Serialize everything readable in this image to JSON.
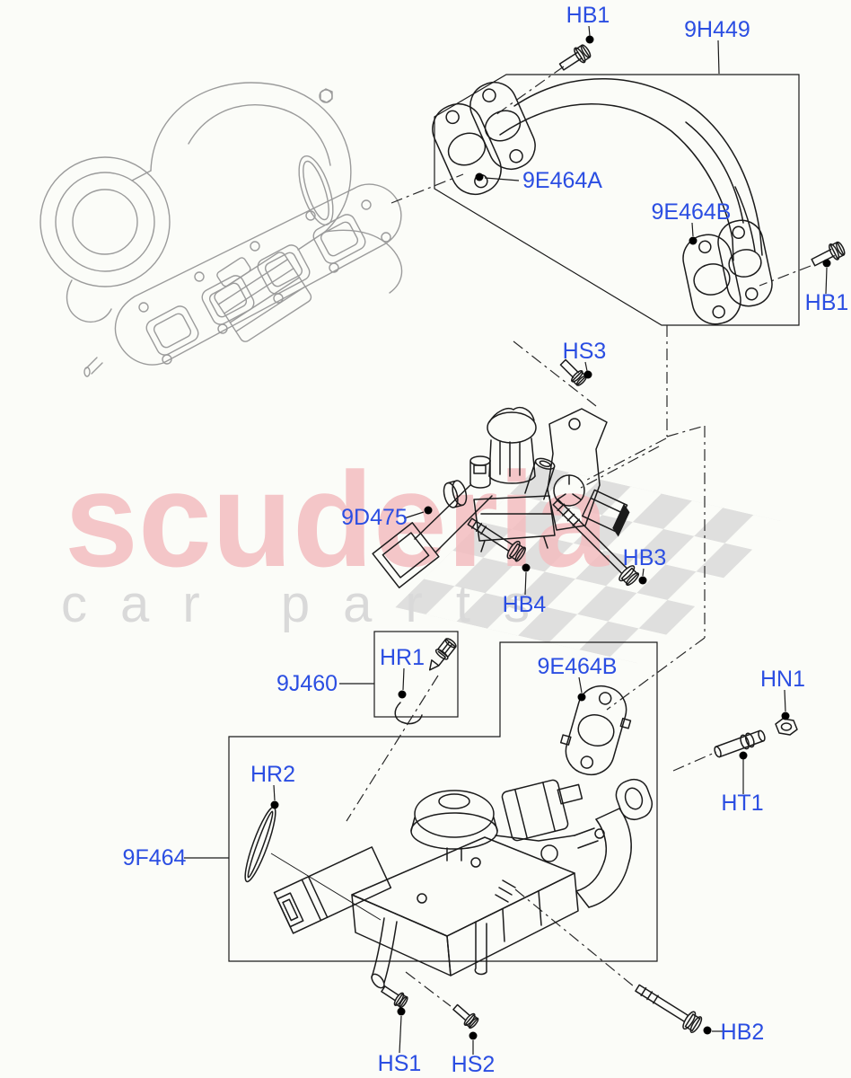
{
  "diagram": {
    "watermark": {
      "brand": "scuderia",
      "subtitle": "car parts"
    },
    "labels": [
      {
        "id": "hb1-top",
        "text": "HB1"
      },
      {
        "id": "9h449",
        "text": "9H449"
      },
      {
        "id": "9e464a",
        "text": "9E464A"
      },
      {
        "id": "9e464b-top",
        "text": "9E464B"
      },
      {
        "id": "hb1-right",
        "text": "HB1"
      },
      {
        "id": "hs3",
        "text": "HS3"
      },
      {
        "id": "9d475",
        "text": "9D475"
      },
      {
        "id": "hb4",
        "text": "HB4"
      },
      {
        "id": "hb3",
        "text": "HB3"
      },
      {
        "id": "hr1",
        "text": "HR1"
      },
      {
        "id": "9j460",
        "text": "9J460"
      },
      {
        "id": "9e464b-lower",
        "text": "9E464B"
      },
      {
        "id": "hn1",
        "text": "HN1"
      },
      {
        "id": "hr2",
        "text": "HR2"
      },
      {
        "id": "ht1",
        "text": "HT1"
      },
      {
        "id": "9f464",
        "text": "9F464"
      },
      {
        "id": "hs1",
        "text": "HS1"
      },
      {
        "id": "hs2",
        "text": "HS2"
      },
      {
        "id": "hb2",
        "text": "HB2"
      }
    ],
    "colors": {
      "label_blue": "#2B4EE2",
      "line_black": "#1b1b1b",
      "sketch_gray": "#9b9b9b",
      "watermark_pink": "#f3bdc0",
      "watermark_gray": "#d9d9d9",
      "flag_gray": "#c9c9c9",
      "background": "#fbfcf8"
    }
  }
}
